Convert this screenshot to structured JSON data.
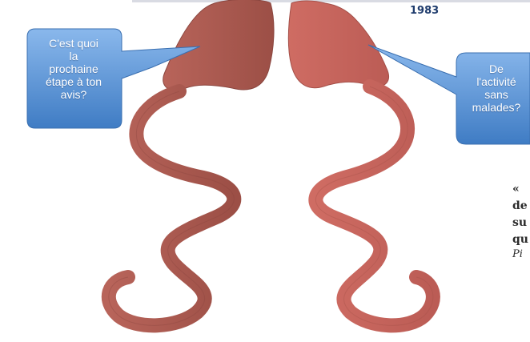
{
  "year": "1983",
  "bubble_left": {
    "text": "C'est quoi\nla\nprochaine\nétape à ton\navis?"
  },
  "bubble_right": {
    "text": "De\nl'activité\nsans\nmalades?"
  },
  "quote": {
    "lines": [
      "« ",
      "de",
      "su",
      "qu"
    ],
    "author": "Pi"
  },
  "colors": {
    "left_figure": "#a8584e",
    "right_figure": "#c4625a",
    "bubble": "#5b95d6",
    "year": "#1f3c6d"
  }
}
